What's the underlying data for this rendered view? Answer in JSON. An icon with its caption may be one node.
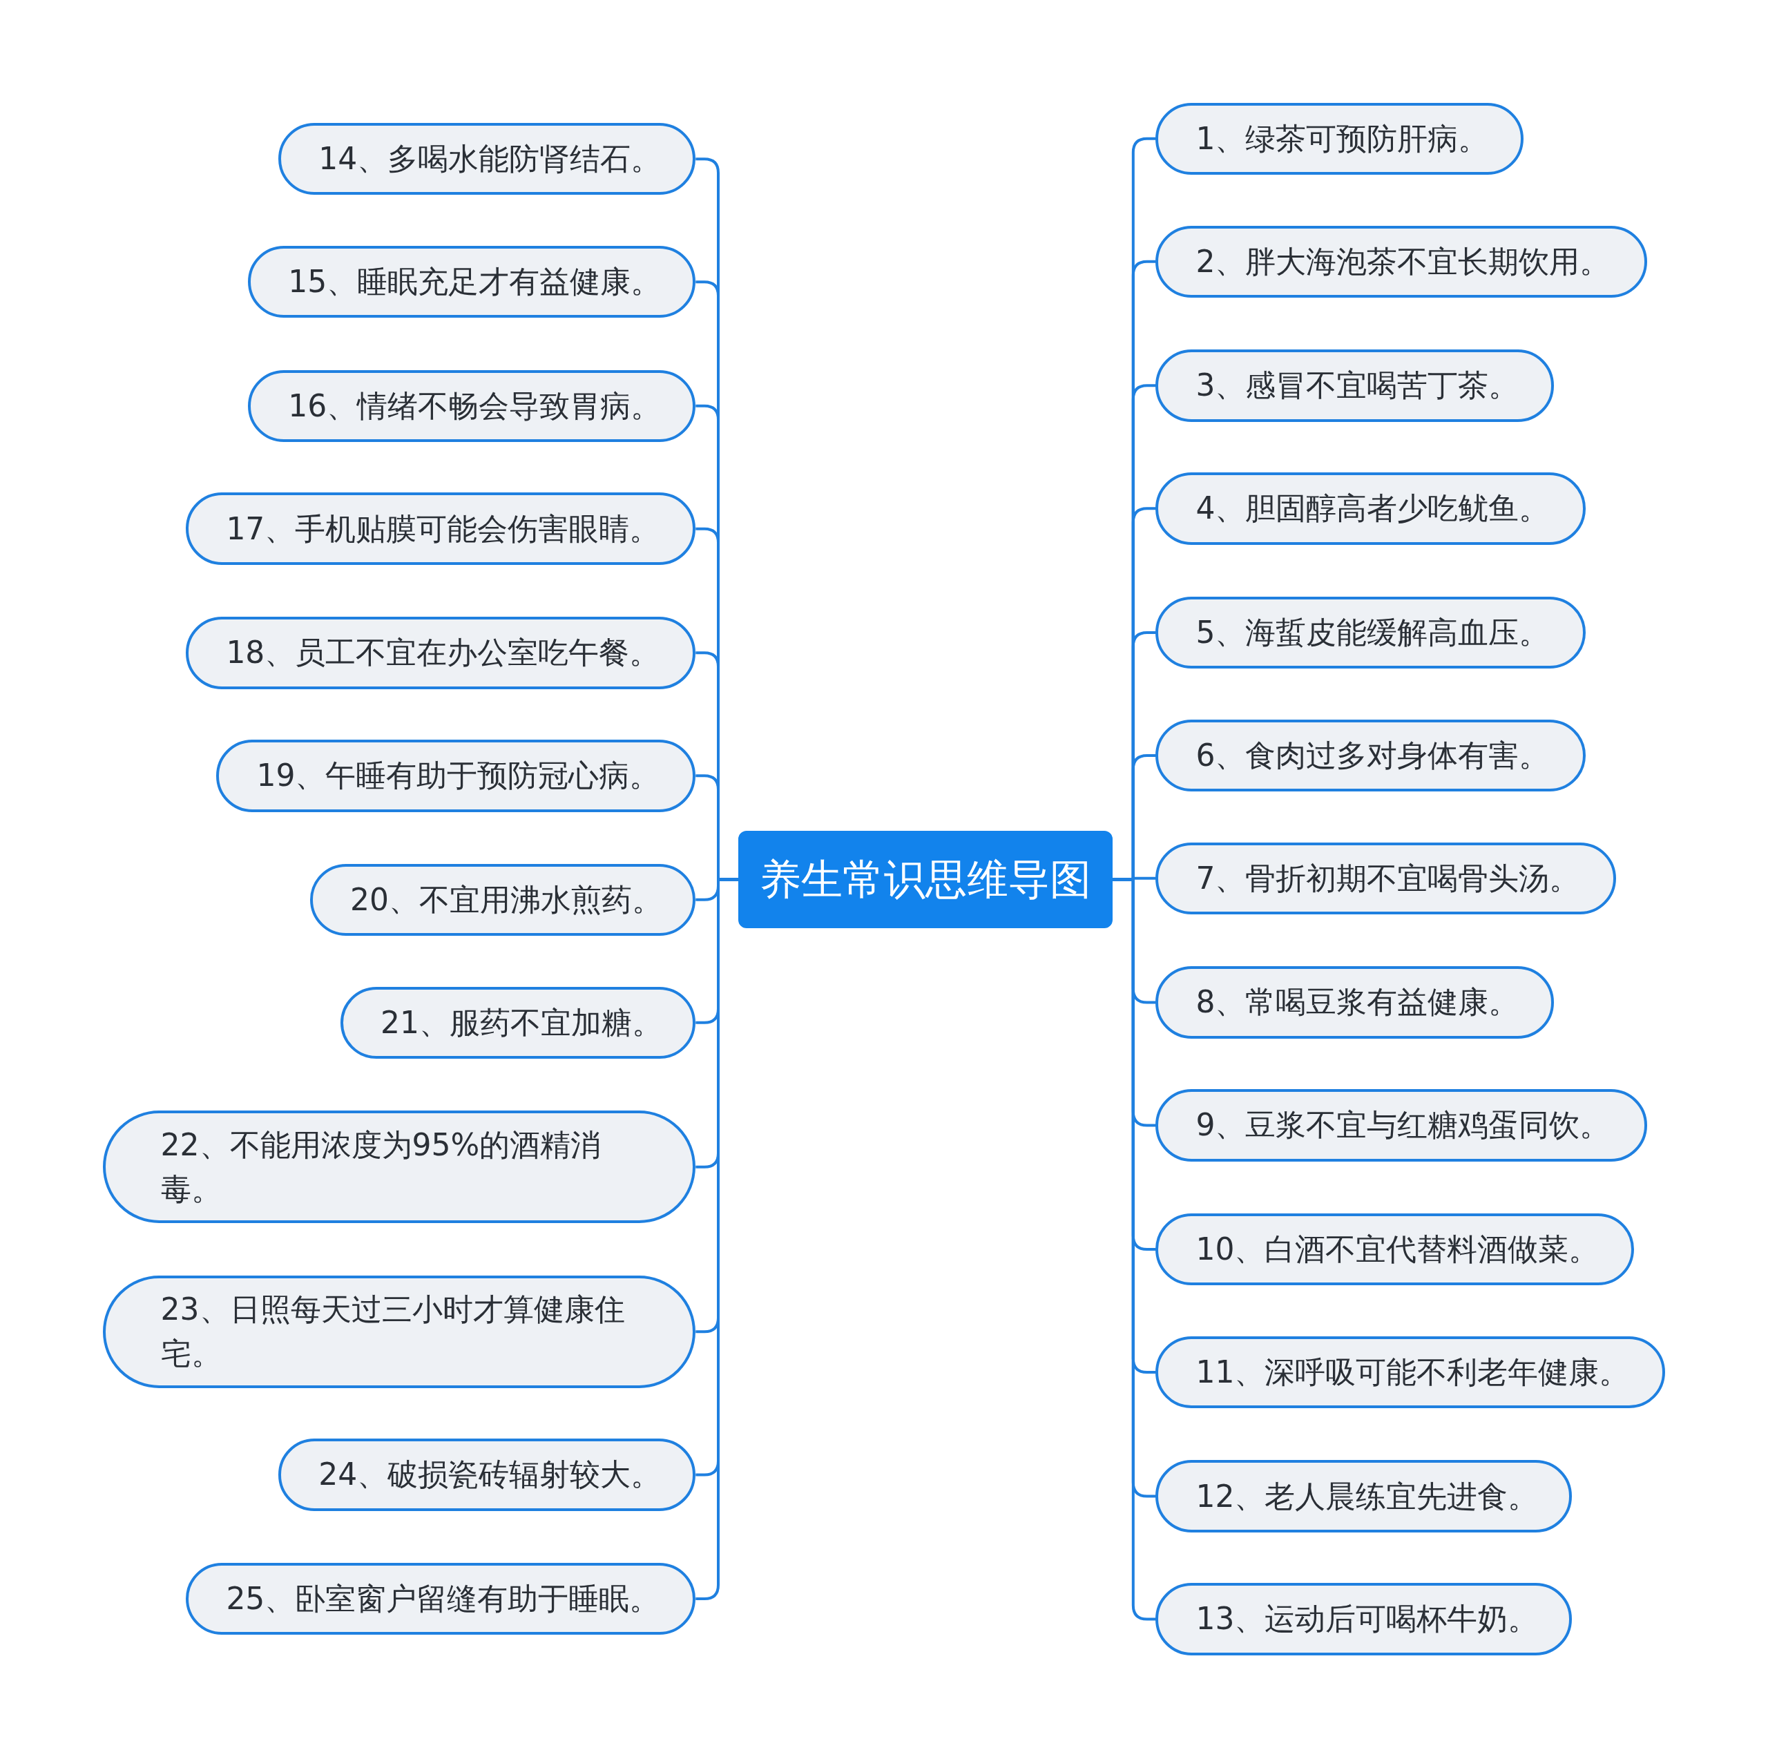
{
  "diagram": {
    "nodes": [
      {
        "text": [
          "养生常识思维导图"
        ]
      },
      {
        "text": [
          "1、绿茶可预防肝病。"
        ]
      },
      {
        "text": [
          "2、胖大海泡茶不宜长期饮用。"
        ]
      },
      {
        "text": [
          "3、感冒不宜喝苦丁茶。"
        ]
      },
      {
        "text": [
          "4、胆固醇高者少吃鱿鱼。"
        ]
      },
      {
        "text": [
          "5、海蜇皮能缓解高血压。"
        ]
      },
      {
        "text": [
          "6、食肉过多对身体有害。"
        ]
      },
      {
        "text": [
          "7、骨折初期不宜喝骨头汤。"
        ]
      },
      {
        "text": [
          "8、常喝豆浆有益健康。"
        ]
      },
      {
        "text": [
          "9、豆浆不宜与红糖鸡蛋同饮。"
        ]
      },
      {
        "text": [
          "10、白酒不宜代替料酒做菜。"
        ]
      },
      {
        "text": [
          "11、深呼吸可能不利老年健康。"
        ]
      },
      {
        "text": [
          "12、老人晨练宜先进食。"
        ]
      },
      {
        "text": [
          "13、运动后可喝杯牛奶。"
        ]
      },
      {
        "text": [
          "14、多喝水能防肾结石。"
        ]
      },
      {
        "text": [
          "15、睡眠充足才有益健康。"
        ]
      },
      {
        "text": [
          "16、情绪不畅会导致胃病。"
        ]
      },
      {
        "text": [
          "17、手机贴膜可能会伤害眼睛。"
        ]
      },
      {
        "text": [
          "18、员工不宜在办公室吃午餐。"
        ]
      },
      {
        "text": [
          "19、午睡有助于预防冠心病。"
        ]
      },
      {
        "text": [
          "20、不宜用沸水煎药。"
        ]
      },
      {
        "text": [
          "21、服药不宜加糖。"
        ]
      },
      {
        "text": [
          "22、不能用浓度为95%的酒精消毒。"
        ]
      },
      {
        "text": [
          "23、日照每天过三小时才算健康住宅。"
        ]
      },
      {
        "text": [
          "24、破损瓷砖辐射较大。"
        ]
      },
      {
        "text": [
          "25、卧室窗户留缝有助于睡眠。"
        ]
      }
    ],
    "edges": [
      {
        "from": 0,
        "to": 1,
        "arrow": "none"
      },
      {
        "from": 0,
        "to": 2,
        "arrow": "none"
      },
      {
        "from": 0,
        "to": 3,
        "arrow": "none"
      },
      {
        "from": 0,
        "to": 4,
        "arrow": "none"
      },
      {
        "from": 0,
        "to": 5,
        "arrow": "none"
      },
      {
        "from": 0,
        "to": 6,
        "arrow": "none"
      },
      {
        "from": 0,
        "to": 7,
        "arrow": "none"
      },
      {
        "from": 0,
        "to": 8,
        "arrow": "none"
      },
      {
        "from": 0,
        "to": 9,
        "arrow": "none"
      },
      {
        "from": 0,
        "to": 10,
        "arrow": "none"
      },
      {
        "from": 0,
        "to": 11,
        "arrow": "none"
      },
      {
        "from": 0,
        "to": 12,
        "arrow": "none"
      },
      {
        "from": 0,
        "to": 13,
        "arrow": "none"
      },
      {
        "from": 0,
        "to": 14,
        "arrow": "none"
      },
      {
        "from": 0,
        "to": 15,
        "arrow": "none"
      },
      {
        "from": 0,
        "to": 16,
        "arrow": "none"
      },
      {
        "from": 0,
        "to": 17,
        "arrow": "none"
      },
      {
        "from": 0,
        "to": 18,
        "arrow": "none"
      },
      {
        "from": 0,
        "to": 19,
        "arrow": "none"
      },
      {
        "from": 0,
        "to": 20,
        "arrow": "none"
      },
      {
        "from": 0,
        "to": 21,
        "arrow": "none"
      },
      {
        "from": 0,
        "to": 22,
        "arrow": "none"
      },
      {
        "from": 0,
        "to": 23,
        "arrow": "none"
      },
      {
        "from": 0,
        "to": 24,
        "arrow": "none"
      },
      {
        "from": 0,
        "to": 25,
        "arrow": "none"
      }
    ]
  }
}
